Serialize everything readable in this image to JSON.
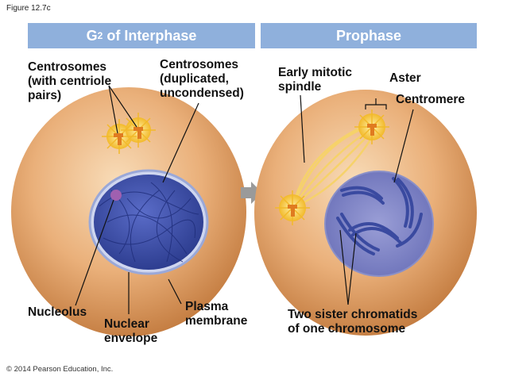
{
  "figure_label": "Figure 12.7c",
  "panels": {
    "left": {
      "title_main": "G",
      "title_sub": "2",
      "title_rest": " of Interphase"
    },
    "right": {
      "title": "Prophase"
    }
  },
  "labels": {
    "centrosomes_centriole": "Centrosomes\n(with centriole\npairs)",
    "centrosomes_duplicated": "Centrosomes\n(duplicated,\nuncondensed)",
    "early_spindle": "Early mitotic\nspindle",
    "aster": "Aster",
    "centromere": "Centromere",
    "nucleolus": "Nucleolus",
    "nuclear_envelope": "Nuclear\nenvelope",
    "plasma_membrane": "Plasma\nmembrane",
    "sister_chromatids": "Two sister chromatids\nof one chromosome"
  },
  "colors": {
    "banner": "#8fb0dc",
    "cell": "#e8a868",
    "nucleus": "#3d55b0",
    "centrosome": "#f6c640",
    "arrow": "#9a9a9a"
  },
  "copyright": "© 2014 Pearson Education, Inc."
}
